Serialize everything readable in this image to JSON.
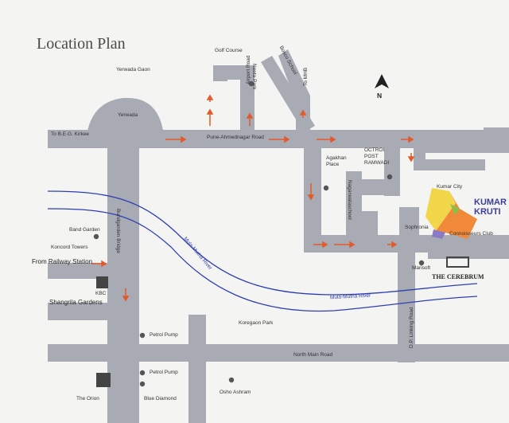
{
  "title": "Location Plan",
  "labels": {
    "yerwada_gaon": "Yerwada Gaon",
    "yerwada": "Yerwada",
    "golf_course": "Golf Course",
    "neeta_park": "Neeta Park",
    "airport_road": "Airport Road",
    "bosco_school": "Bosco School",
    "to_mhb": "To MHB",
    "to_beg_kirkee": "To B.E.G. Kirkee",
    "pune_ahmednagar_road": "Pune-Ahmednagar Road",
    "agakhan_place": "Agakhan Place",
    "octroi_post_ramwadi": "OCTROI POST RAMWADI",
    "bundgarden_bridge": "Bundgarden Bridge",
    "nagarwala_school": "Nagarwalaschool",
    "kumar_city": "Kumar City",
    "sophronia": "Sophronia",
    "connoisseurs_club": "Connoisseurs Club",
    "band_garden": "Band Garden",
    "koncord_towers": "Koncord Towers",
    "from_railway_station": "From Railway Station",
    "mula_mutha_river_diag": "Mula-Mutha River",
    "mula_mutha_river": "Mula-Mutha River",
    "kbc": "KBC",
    "shangrila_gardens": "Shangrila Gardens",
    "marisoft": "Marisoft",
    "the_cerebrum": "THE CEREBRUM",
    "dp_linking_road": "D.P. Linking Road",
    "koregaon_park": "Koregaon Park",
    "petrol_pump_1": "Petrol Pump",
    "north_main_road": "North Main Road",
    "petrol_pump_2": "Petrol Pump",
    "osho_ashram": "Osho Ashram",
    "the_orion": "The Orion",
    "blue_diamond": "Blue Diamond",
    "north": "N"
  },
  "brand": {
    "line1": "KUMAR",
    "line2": "KRUTI"
  },
  "colors": {
    "road": "#a8abb4",
    "background": "#f4f4f2",
    "river": "#2f3fb0",
    "arrow": "#e25a2a",
    "brand": "#3a3f9a",
    "kruti_orange": "#f08a3a",
    "kruti_yellow": "#f2d64a",
    "kruti_green": "#8cbf4a",
    "kruti_purple": "#8b7bc6"
  }
}
